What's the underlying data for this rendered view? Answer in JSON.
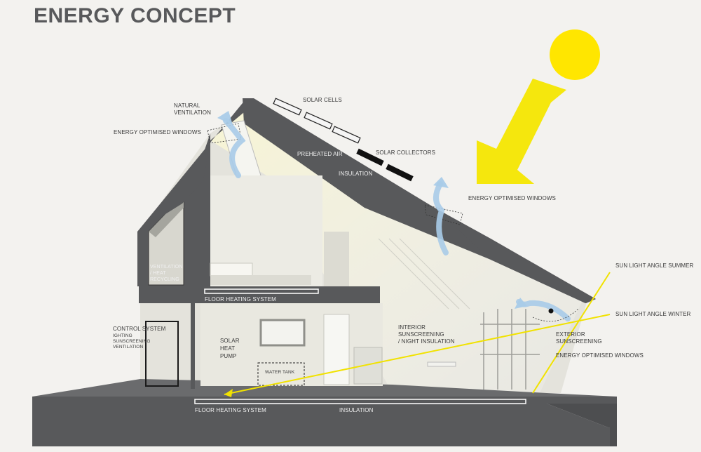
{
  "title": "ENERGY CONCEPT",
  "labels": {
    "natural_ventilation": "NATURAL\nVENTILATION",
    "energy_windows_left": "ENERGY OPTIMISED WINDOWS",
    "solar_cells": "SOLAR CELLS",
    "preheated_air": "PREHEATED AIR",
    "solar_collectors": "SOLAR COLLECTORS",
    "insulation_roof": "INSULATION",
    "energy_windows_right": "ENERGY OPTIMISED WINDOWS",
    "ventilation_heat_recycling": "VENTILATION\n/ HEAT\nRECYCLING",
    "floor_heating_upper": "FLOOR HEATING SYSTEM",
    "control_system": "CONTROL SYSTEM",
    "control_system_items": "IGHTING\nSUNSCREENING\nVENTILATION",
    "solar_heat_pump": "SOLAR\nHEAT\nPUMP",
    "water_tank": "WATER TANK",
    "interior_sunscreening": "INTERIOR\nSUNSCREENING\n/ NIGHT INSULATION",
    "sun_angle_summer": "SUN LIGHT ANGLE SUMMER",
    "sun_angle_winter": "SUN LIGHT ANGLE WINTER",
    "exterior_sunscreening": "EXTERIOR\nSUNSCREENING",
    "energy_windows_bottom": "ENERGY OPTIMISED WINDOWS",
    "floor_heating_lower": "FLOOR HEATING SYSTEM",
    "insulation_floor": "INSULATION"
  },
  "colors": {
    "structure": "#58595b",
    "sun": "#ffe600",
    "sun_beam": "#f4e500",
    "airflow": "#a9cbe8",
    "interior": "#e9e8e0"
  }
}
